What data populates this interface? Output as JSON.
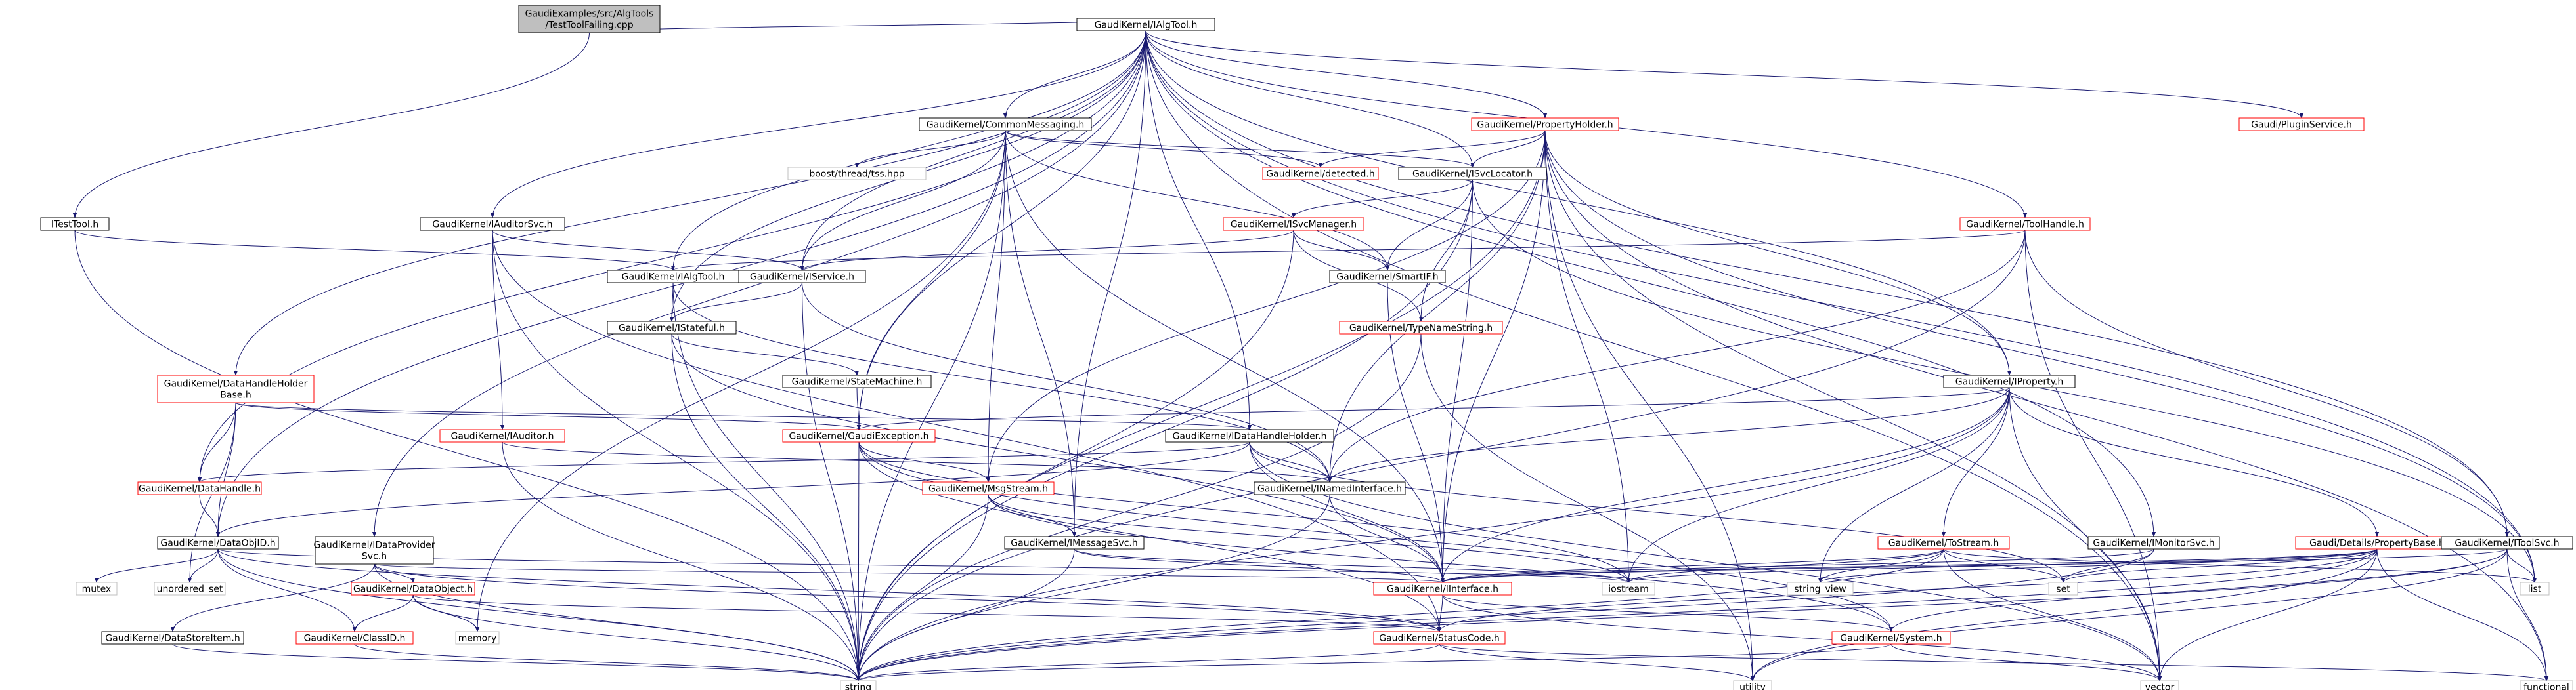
{
  "colors": {
    "black_border": "#000000",
    "red_border": "#ff0000",
    "grey_border": "#bfbfbf",
    "root_fill": "#bfbfbf",
    "edge": "#191970",
    "text": "#000000"
  },
  "nodes": {
    "root": "GaudiExamples/src/AlgTools\n/TestToolFailing.cpp",
    "ialgtool_top": "GaudiKernel/IAlgTool.h",
    "itesttool": "ITestTool.h",
    "commonmessaging": "GaudiKernel/CommonMessaging.h",
    "propertyholder": "GaudiKernel/PropertyHolder.h",
    "pluginservice": "Gaudi/PluginService.h",
    "boost_tss": "boost/thread/tss.hpp",
    "detected": "GaudiKernel/detected.h",
    "isvclocator": "GaudiKernel/ISvcLocator.h",
    "iauditorsvc": "GaudiKernel/IAuditorSvc.h",
    "isvcmanager": "GaudiKernel/ISvcManager.h",
    "toolhandle": "GaudiKernel/ToolHandle.h",
    "ialgtool2": "GaudiKernel/IAlgTool.h",
    "iservice": "GaudiKernel/IService.h",
    "smartif": "GaudiKernel/SmartIF.h",
    "istateful": "GaudiKernel/IStateful.h",
    "typenamestring": "GaudiKernel/TypeNameString.h",
    "datahandleholderbase": "GaudiKernel/DataHandleHolder\nBase.h",
    "statemachine": "GaudiKernel/StateMachine.h",
    "iproperty": "GaudiKernel/IProperty.h",
    "iauditor": "GaudiKernel/IAuditor.h",
    "gaudiexception": "GaudiKernel/GaudiException.h",
    "idatahandleholder": "GaudiKernel/IDataHandleHolder.h",
    "datahandle": "GaudiKernel/DataHandle.h",
    "msgstream": "GaudiKernel/MsgStream.h",
    "inamedinterface": "GaudiKernel/INamedInterface.h",
    "dataobjid": "GaudiKernel/DataObjID.h",
    "idataprovidersvc": "GaudiKernel/IDataProvider\nSvc.h",
    "imessagesvc": "GaudiKernel/IMessageSvc.h",
    "tostream": "GaudiKernel/ToStream.h",
    "imonitorsvc": "GaudiKernel/IMonitorSvc.h",
    "propertybase": "Gaudi/Details/PropertyBase.h",
    "itoolsvc": "GaudiKernel/IToolSvc.h",
    "mutex": "mutex",
    "unordered_set": "unordered_set",
    "dataobject": "GaudiKernel/DataObject.h",
    "iinterface": "GaudiKernel/IInterface.h",
    "iostream": "iostream",
    "string_view": "string_view",
    "set": "set",
    "list": "list",
    "classid": "GaudiKernel/ClassID.h",
    "memory": "memory",
    "datastoreitem": "GaudiKernel/DataStoreItem.h",
    "statuscode": "GaudiKernel/StatusCode.h",
    "system": "GaudiKernel/System.h",
    "string": "string",
    "utility": "utility",
    "vector": "vector",
    "functional": "functional"
  }
}
